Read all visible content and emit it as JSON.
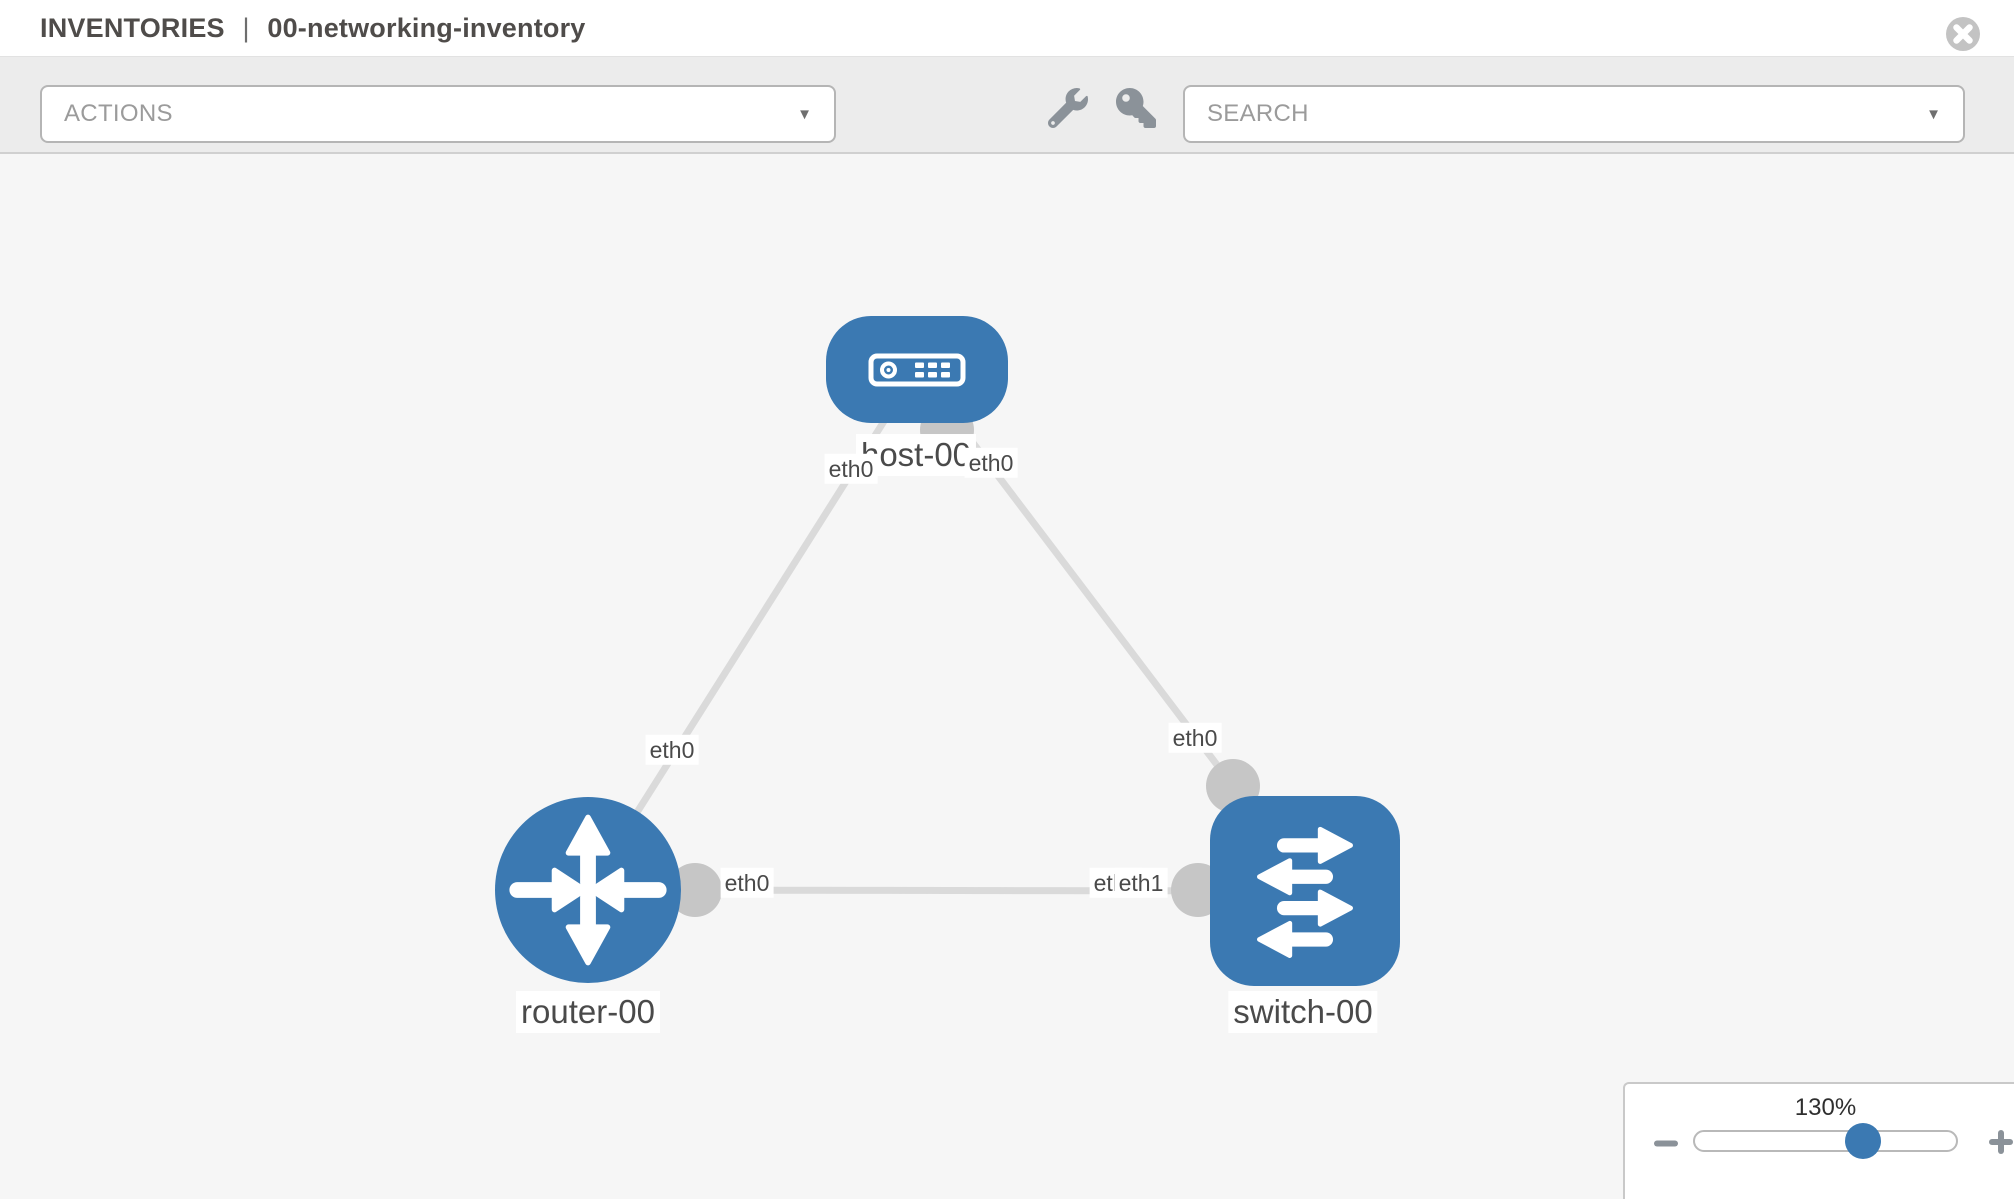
{
  "header": {
    "breadcrumb": "INVENTORIES",
    "separator": "|",
    "inventory_name": "00-networking-inventory"
  },
  "toolbar": {
    "actions_label": "ACTIONS",
    "search_label": "SEARCH",
    "caret": "▼"
  },
  "topology": {
    "node_labels": {
      "host": "host-00",
      "router": "router-00",
      "switch": "switch-00"
    },
    "interfaces": {
      "host_to_router": "eth0",
      "host_to_switch": "eth0",
      "router_to_host": "eth0",
      "switch_to_host": "eth0",
      "router_to_switch": "eth0",
      "switch_to_router_under": "eth0",
      "switch_to_router": "eth1"
    },
    "links": [
      {
        "from": "host-00",
        "to": "router-00",
        "from_if": "eth0",
        "to_if": "eth0"
      },
      {
        "from": "host-00",
        "to": "switch-00",
        "from_if": "eth0",
        "to_if": "eth0"
      },
      {
        "from": "router-00",
        "to": "switch-00",
        "from_if": "eth0",
        "to_if": "eth1"
      }
    ]
  },
  "zoom_control": {
    "level": "130%"
  },
  "icons": {
    "header": [
      "close-icon"
    ],
    "toolbar": [
      "chevron-down-icon",
      "wrench-icon",
      "key-icon",
      "chevron-down-icon"
    ],
    "nodes": [
      "host-icon",
      "router-icon",
      "switch-icon"
    ],
    "zoom": [
      "minus-icon",
      "plus-icon"
    ]
  },
  "colors": {
    "node_blue": "#3b79b2",
    "slider_handle_blue": "#3b79b2",
    "link_gray": "#dadada",
    "port_gray": "#c6c6c6",
    "toolbar_bg": "#ececec",
    "canvas_bg": "#f6f6f6",
    "icon_gray": "#8b9299",
    "label_text": "#4a4a4a",
    "title_text": "#4f4c4a"
  }
}
